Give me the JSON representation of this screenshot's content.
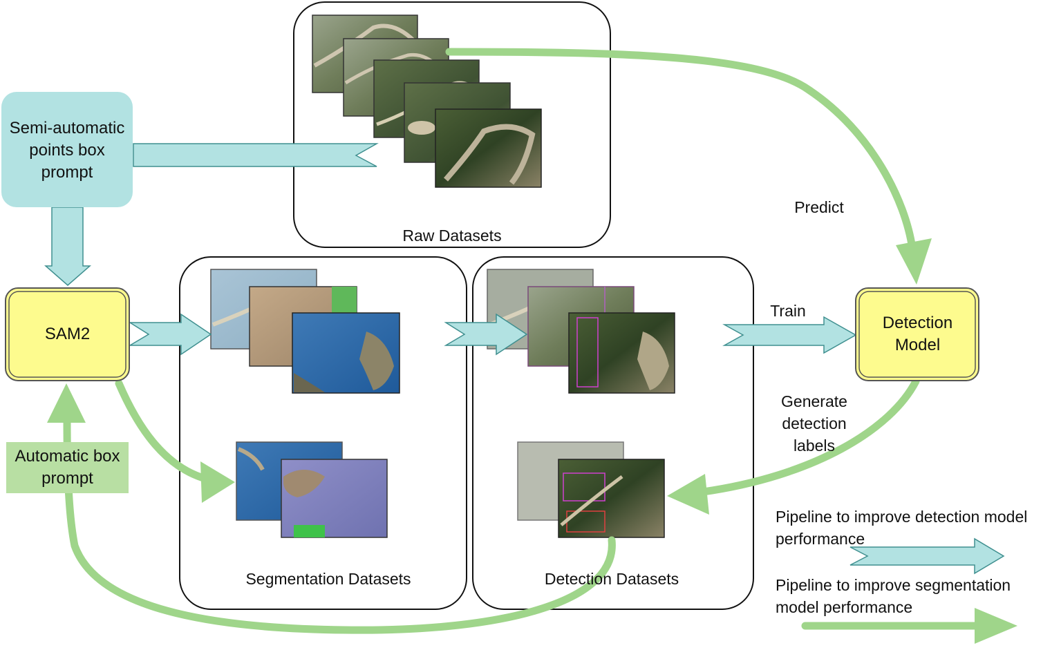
{
  "nodes": {
    "semi_auto_prompt": "Semi-automatic points box prompt",
    "sam2": "SAM2",
    "auto_box_prompt": "Automatic box prompt",
    "detection_model": "Detection Model"
  },
  "containers": {
    "raw": "Raw Datasets",
    "segmentation": "Segmentation Datasets",
    "detection": "Detection Datasets"
  },
  "edge_labels": {
    "predict": "Predict",
    "train": "Train",
    "generate": "Generate detection labels"
  },
  "legend": {
    "detection_pipeline": "Pipeline to improve detection model performance",
    "segmentation_pipeline": "Pipeline to improve segmentation model performance"
  },
  "colors": {
    "cyan_fill": "#b2e2e2",
    "cyan_stroke": "#3f8f8f",
    "green_arrow": "#9fd58a",
    "green_box": "#b8dfa3",
    "yellow_fill": "#fdfb8e",
    "yellow_stroke": "#555555"
  }
}
